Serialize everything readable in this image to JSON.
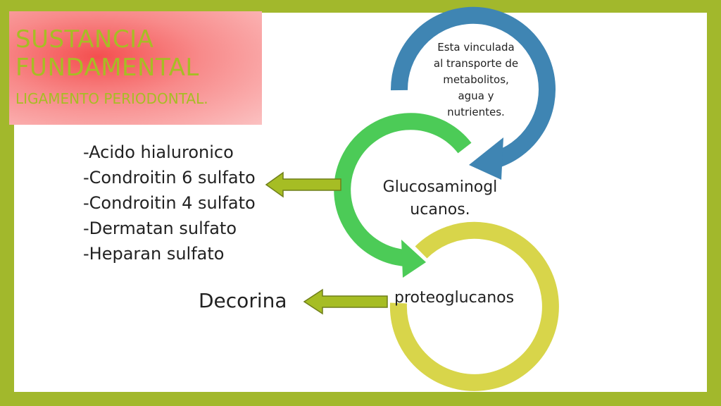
{
  "title": {
    "line1": "SUSTANCIA",
    "line2": "FUNDAMENTAL",
    "subtitle": "LIGAMENTO PERIODONTAL."
  },
  "list_items": [
    "-Acido hialuronico",
    "-Condroitin 6 sulfato",
    "-Condroitin 4 sulfato",
    "-Dermatan sulfato",
    "-Heparan sulfato"
  ],
  "decorina": "Decorina",
  "cycle": {
    "blue": {
      "lines": [
        "Esta vinculada",
        "al transporte de",
        "metabolitos,",
        "agua y",
        "nutrientes."
      ],
      "color": "#3f85b3"
    },
    "green": {
      "lines": [
        "Glucosaminogl",
        "ucanos."
      ],
      "color": "#4ccb57"
    },
    "yellow": {
      "text": "proteoglucanos",
      "color": "#d8d54a"
    }
  },
  "colors": {
    "border": "#a2b82c",
    "title_text": "#a6bd24",
    "arrow_fill": "#a6bd24",
    "arrow_stroke": "#6f7f1a"
  }
}
